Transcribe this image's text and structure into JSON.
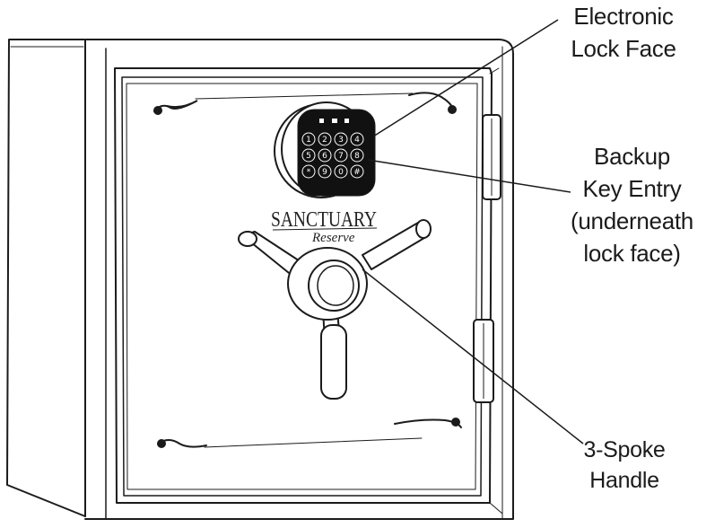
{
  "labels": {
    "lock_face": [
      "Electronic",
      "Lock Face"
    ],
    "key_entry": [
      "Backup",
      "Key Entry",
      "(underneath",
      "lock face)"
    ],
    "handle": [
      "3-Spoke",
      "Handle"
    ]
  },
  "brand": {
    "name": "SANCTUARY",
    "sub": "Reserve"
  },
  "keypad": {
    "keys": [
      "1",
      "2",
      "3",
      "4",
      "5",
      "6",
      "7",
      "8",
      "*",
      "9",
      "0",
      "#"
    ]
  },
  "colors": {
    "line": "#1b1b1b",
    "keypad": "#111111"
  }
}
